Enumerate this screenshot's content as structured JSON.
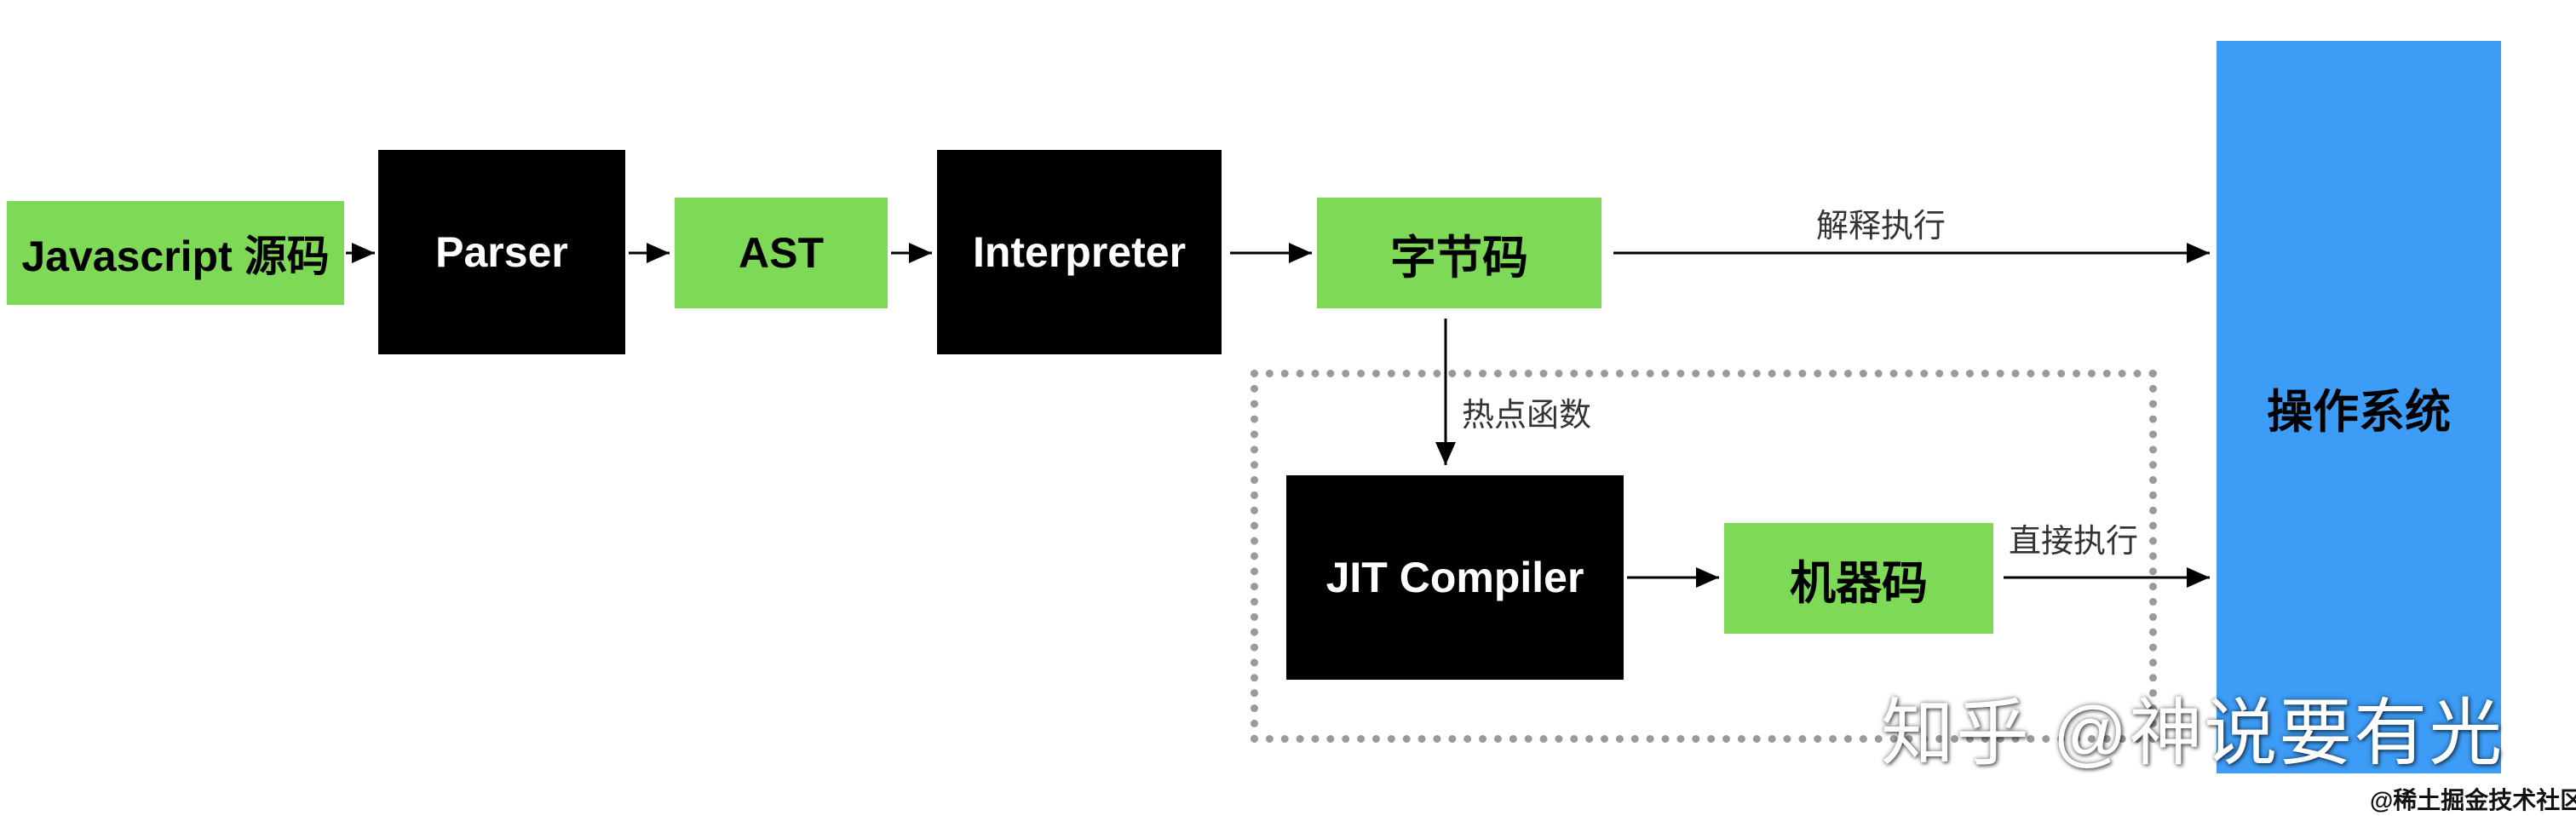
{
  "nodes": {
    "source": "Javascript 源码",
    "parser": "Parser",
    "ast": "AST",
    "interpreter": "Interpreter",
    "bytecode": "字节码",
    "jit": "JIT Compiler",
    "machine_code": "机器码",
    "os": "操作系统"
  },
  "edges": {
    "interpret_exec": "解释执行",
    "hot_function": "热点函数",
    "direct_exec": "直接执行"
  },
  "watermarks": {
    "zhihu": "知乎 @神说要有光",
    "juejin": "@稀土掘金技术社区"
  },
  "colors": {
    "green": "#7ed957",
    "black": "#000000",
    "blue": "#3d9cf5",
    "dashed_border": "#9a9a9a"
  }
}
